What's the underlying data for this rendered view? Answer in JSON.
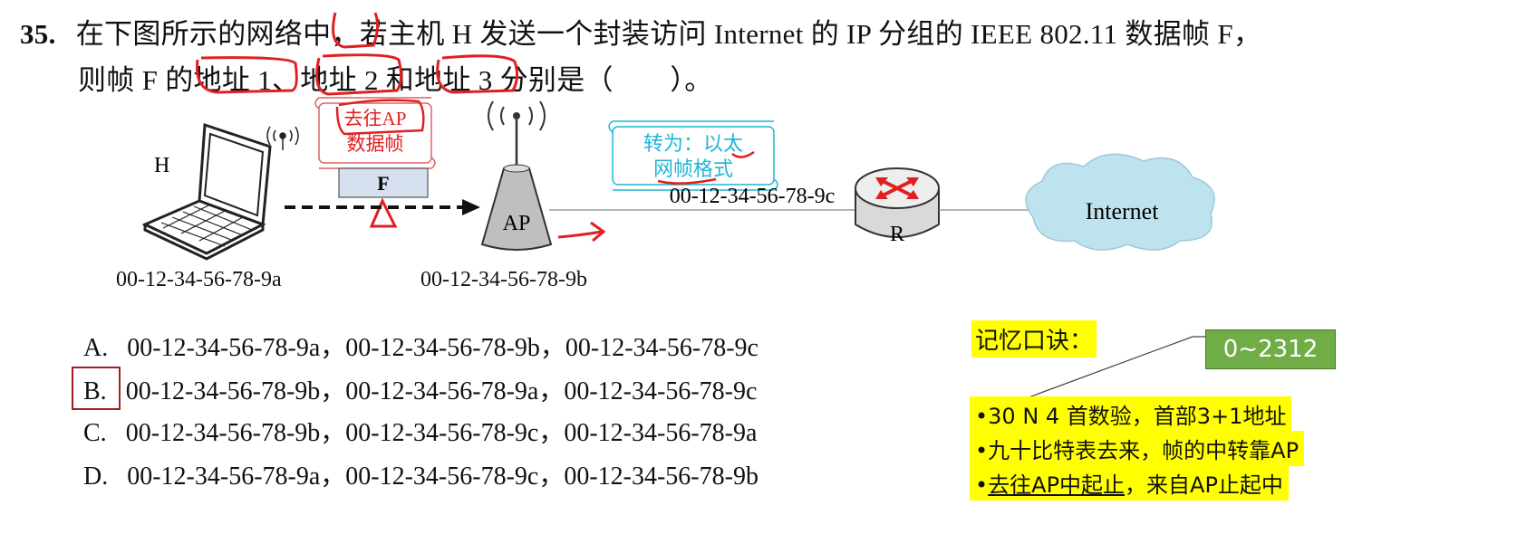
{
  "question": {
    "number": "35.",
    "line1": "在下图所示的网络中，若主机 H 发送一个封装访问 Internet 的 IP 分组的 IEEE 802.11 数据帧 F，",
    "line2": "则帧 F 的地址 1、地址 2 和地址 3 分别是（　　）。"
  },
  "diagram": {
    "host_label": "H",
    "frame_label": "F",
    "ap_label": "AP",
    "router_label": "R",
    "internet_label": "Internet",
    "mac_host": "00-12-34-56-78-9a",
    "mac_ap": "00-12-34-56-78-9b",
    "mac_router": "00-12-34-56-78-9c",
    "note_left_line1": "去往AP",
    "note_left_line2": "数据帧",
    "note_right_line1": "转为：以太",
    "note_right_line2": "网帧格式"
  },
  "options": [
    {
      "letter": "A.",
      "text": "00-12-34-56-78-9a，00-12-34-56-78-9b，00-12-34-56-78-9c"
    },
    {
      "letter": "B.",
      "text": "00-12-34-56-78-9b，00-12-34-56-78-9a，00-12-34-56-78-9c"
    },
    {
      "letter": "C.",
      "text": "00-12-34-56-78-9b，00-12-34-56-78-9c，00-12-34-56-78-9a"
    },
    {
      "letter": "D.",
      "text": "00-12-34-56-78-9a，00-12-34-56-78-9c，00-12-34-56-78-9b"
    }
  ],
  "mnemonic": {
    "title": "记忆口诀：",
    "badge": "0~2312",
    "items": [
      "30 N 4 首数验，首部3+1地址",
      "九十比特表去来，帧的中转靠AP",
      "去往AP中起止，来自AP止起中"
    ],
    "underlined_part": "去往AP中起止",
    "rest_part": "，来自AP止起中"
  },
  "colors": {
    "annotation_red": "#e02020",
    "annotation_cyan": "#1fb6d6",
    "highlight": "#ffff00",
    "badge_green": "#70ad47",
    "cloud": "#bfe3ee"
  }
}
